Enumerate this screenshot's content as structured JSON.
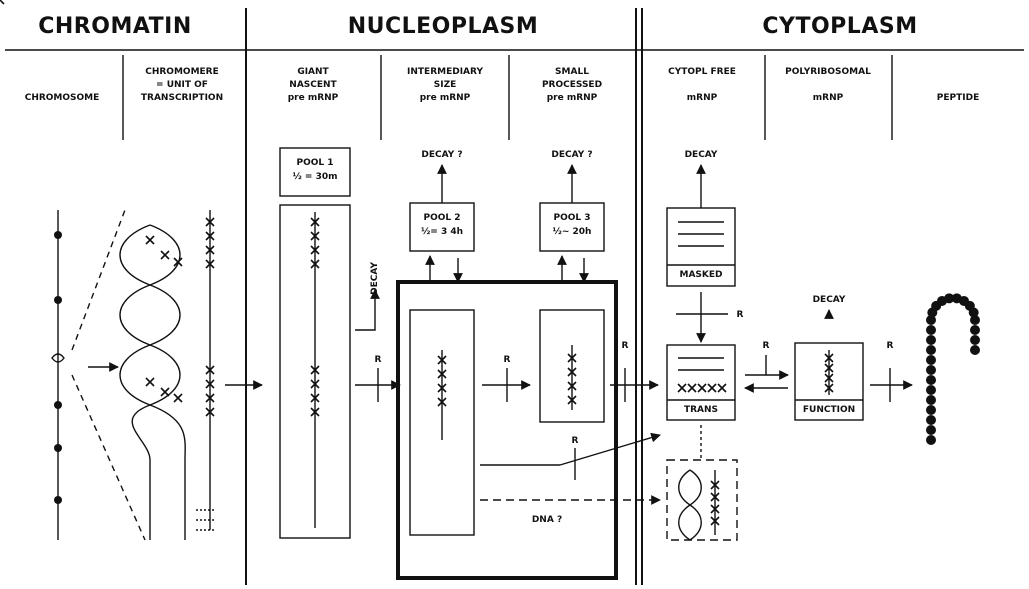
{
  "sections": {
    "chromatin": "CHROMATIN",
    "nucleoplasm": "NUCLEOPLASM",
    "cytoplasm": "CYTOPLASM"
  },
  "columns": {
    "chromosome": [
      "CHROMOSOME"
    ],
    "chromomere": [
      "CHROMOMERE",
      "= UNIT OF",
      "TRANSCRIPTION"
    ],
    "giant": [
      "GIANT",
      "NASCENT",
      "pre mRNP"
    ],
    "intermediary": [
      "INTERMEDIARY",
      "SIZE",
      "pre mRNP"
    ],
    "small": [
      "SMALL",
      "PROCESSED",
      "pre mRNP"
    ],
    "cytopl_free": [
      "CYTOPL FREE",
      "",
      "mRNP"
    ],
    "polyribosomal": [
      "POLYRIBOSOMAL",
      "",
      "mRNP"
    ],
    "peptide": [
      "PEPTIDE"
    ]
  },
  "pools": {
    "pool1": [
      "POOL 1",
      "½ = 30m"
    ],
    "pool2": [
      "POOL 2",
      "½= 3 4h"
    ],
    "pool3": [
      "POOL 3",
      "½~ 20h"
    ]
  },
  "labels": {
    "decay_q": "DECAY ?",
    "decay": "DECAY",
    "r": "R",
    "masked": "MASKED",
    "trans": "TRANS",
    "function": "FUNCTION",
    "dna_q": "DNA ?"
  }
}
